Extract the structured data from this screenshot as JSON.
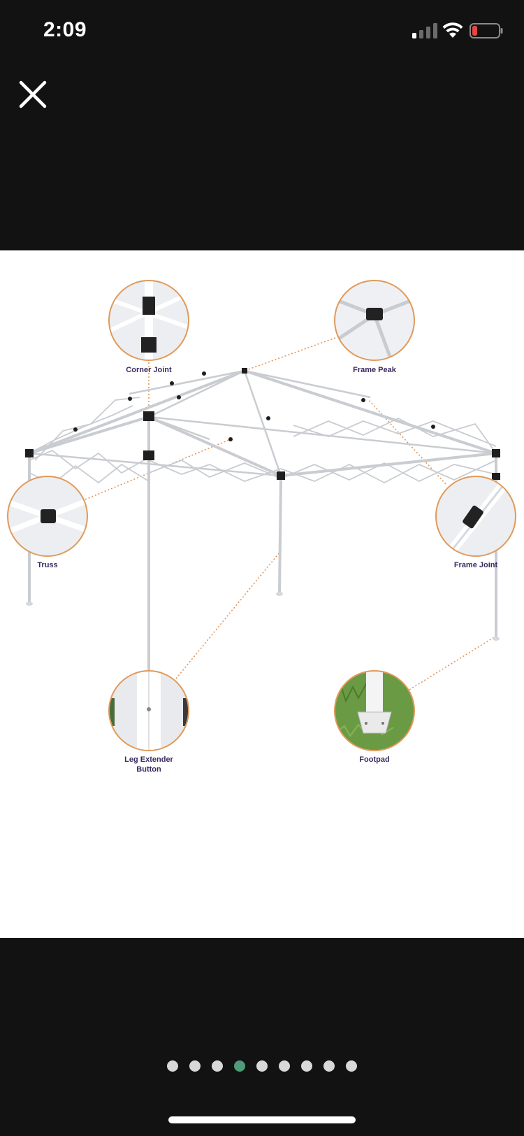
{
  "status_bar": {
    "time": "2:09",
    "icons": [
      "signal-icon",
      "wifi-icon",
      "battery-icon"
    ],
    "battery_color": "#e5463d"
  },
  "toolbar": {
    "close_icon": "close-icon"
  },
  "image": {
    "callouts": [
      {
        "id": "corner-joint",
        "label": "Corner Joint"
      },
      {
        "id": "frame-peak",
        "label": "Frame Peak"
      },
      {
        "id": "truss",
        "label": "Truss"
      },
      {
        "id": "frame-joint",
        "label": "Frame Joint"
      },
      {
        "id": "leg-extender",
        "label": "Leg Extender\nButton"
      },
      {
        "id": "footpad",
        "label": "Footpad"
      }
    ],
    "callout_border_color": "#e09a5a",
    "leader_line_color": "#e2955a"
  },
  "pager": {
    "count": 9,
    "active_index": 3,
    "active_color": "#4f9c7a",
    "inactive_color": "#d8d8d8"
  }
}
